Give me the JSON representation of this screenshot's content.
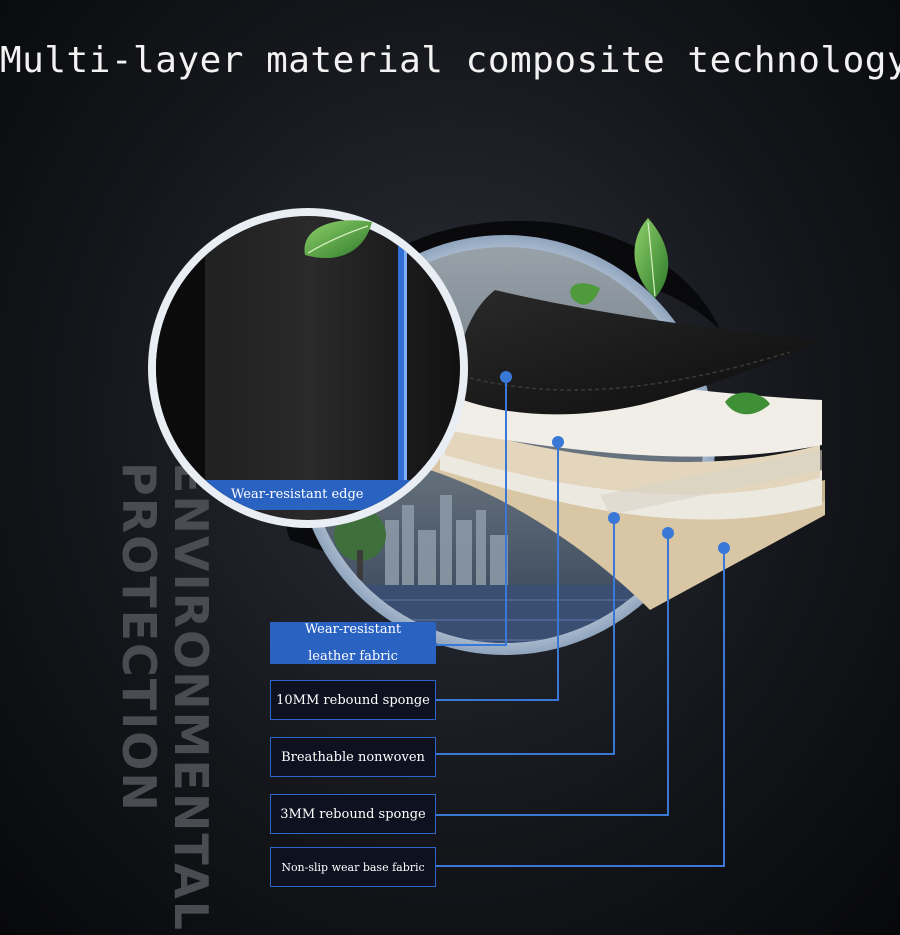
{
  "title": "Multi-layer material composite technology",
  "vertical_text": [
    "ENVIRONMENTAL",
    "PROTECTION"
  ],
  "inset_label": "Wear-resistant edge",
  "layers": [
    {
      "label_lines": [
        "Wear-resistant",
        "leather fabric"
      ]
    },
    {
      "label_lines": [
        "10MM rebound sponge"
      ]
    },
    {
      "label_lines": [
        "Breathable nonwoven"
      ]
    },
    {
      "label_lines": [
        "3MM rebound sponge"
      ]
    },
    {
      "label_lines": [
        "Non-slip wear base fabric"
      ]
    }
  ],
  "colors": {
    "accent_blue": "#2a62c2",
    "connector": "#3a78d8",
    "leather": "#161616",
    "sponge": "#efece4",
    "nonwoven": "#e2d4bb"
  },
  "icons": [
    "leaf-icon",
    "leaf-icon",
    "leaf-icon",
    "leaf-icon"
  ]
}
